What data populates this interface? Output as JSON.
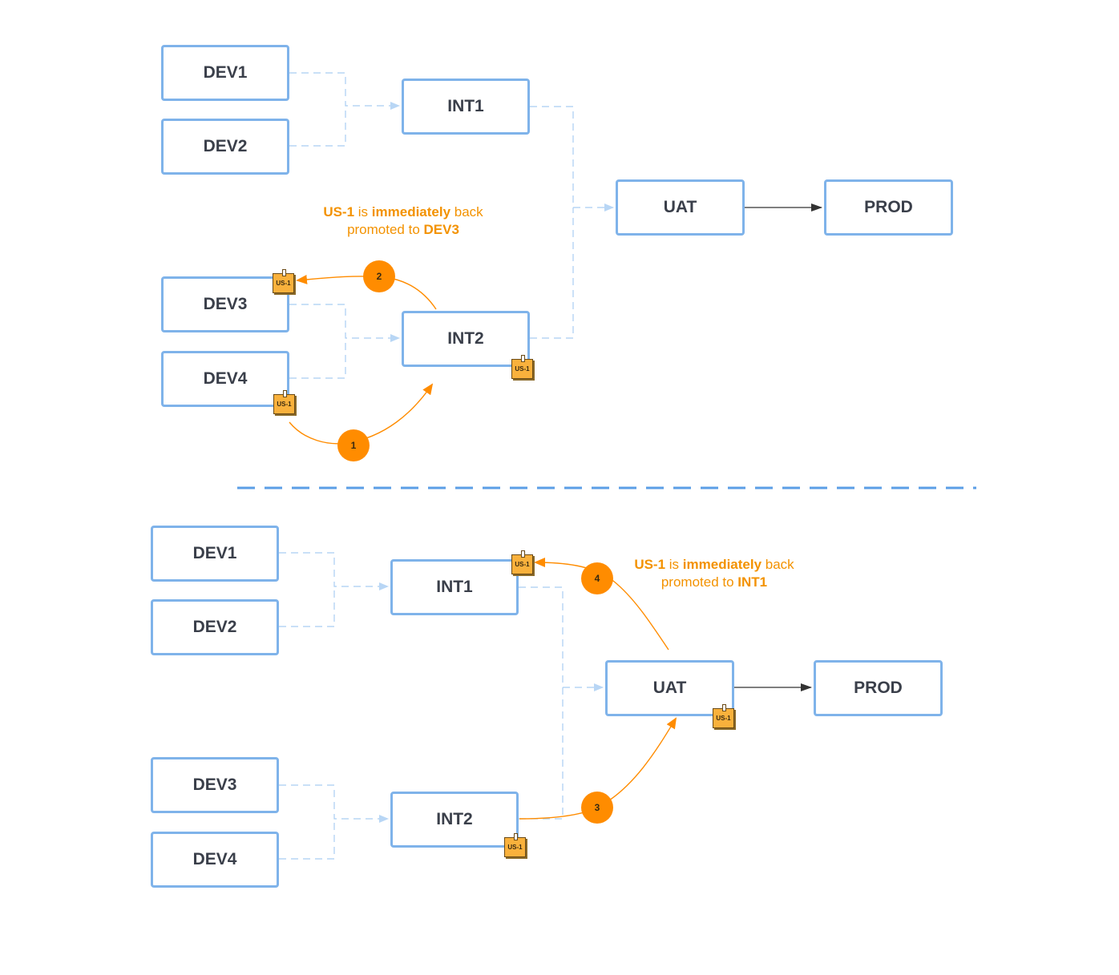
{
  "top": {
    "dev1": "DEV1",
    "dev2": "DEV2",
    "dev3": "DEV3",
    "dev4": "DEV4",
    "int1": "INT1",
    "int2": "INT2",
    "uat": "UAT",
    "prod": "PROD",
    "caption": {
      "line1_bold1": "US-1",
      "line1_mid": " is ",
      "line1_bold2": "immediately",
      "line1_end": " back",
      "line2_start": "promoted to ",
      "line2_bold": "DEV3"
    },
    "steps": [
      "1",
      "2"
    ],
    "notes": [
      "US-1",
      "US-1",
      "US-1"
    ]
  },
  "bottom": {
    "dev1": "DEV1",
    "dev2": "DEV2",
    "dev3": "DEV3",
    "dev4": "DEV4",
    "int1": "INT1",
    "int2": "INT2",
    "uat": "UAT",
    "prod": "PROD",
    "caption": {
      "line1_bold1": "US-1",
      "line1_mid": " is ",
      "line1_bold2": "immediately",
      "line1_end": " back",
      "line2_start": "promoted to ",
      "line2_bold": "INT1"
    },
    "steps": [
      "3",
      "4"
    ],
    "notes": [
      "US-1",
      "US-1",
      "US-1"
    ]
  },
  "colors": {
    "box_border": "#7fb3ea",
    "connector": "#a9cdf2",
    "highlight": "#ff8c00",
    "caption": "#f39200",
    "divider": "#5b9ee6"
  }
}
